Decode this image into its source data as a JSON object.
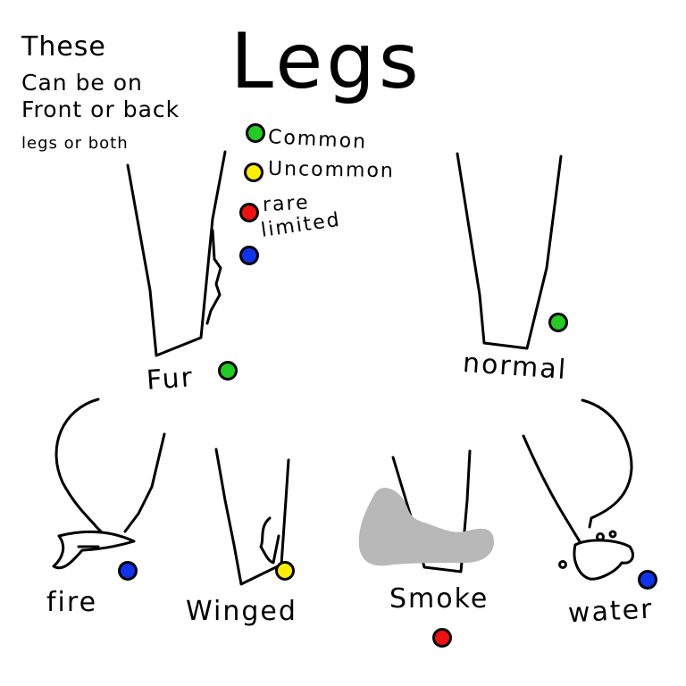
{
  "title": "Legs",
  "note": [
    "These",
    "Can be on",
    "Front or back",
    "legs or both"
  ],
  "rarity_key": [
    {
      "label": "Common",
      "color": "#22cc22"
    },
    {
      "label": "Uncommon",
      "color": "#ffee00"
    },
    {
      "label": "rare",
      "color": "#ee1111"
    },
    {
      "label": "limited",
      "color": "#1133ee"
    }
  ],
  "legs": [
    {
      "label": "Fur",
      "rarity_color": "#22cc22"
    },
    {
      "label": "normal",
      "rarity_color": "#22cc22"
    },
    {
      "label": "fire",
      "rarity_color": "#1133ee"
    },
    {
      "label": "Winged",
      "rarity_color": "#ffee00"
    },
    {
      "label": "Smoke",
      "rarity_color": "#ee1111"
    },
    {
      "label": "water",
      "rarity_color": "#1133ee"
    }
  ],
  "smoke_color": "#b8b8b8"
}
